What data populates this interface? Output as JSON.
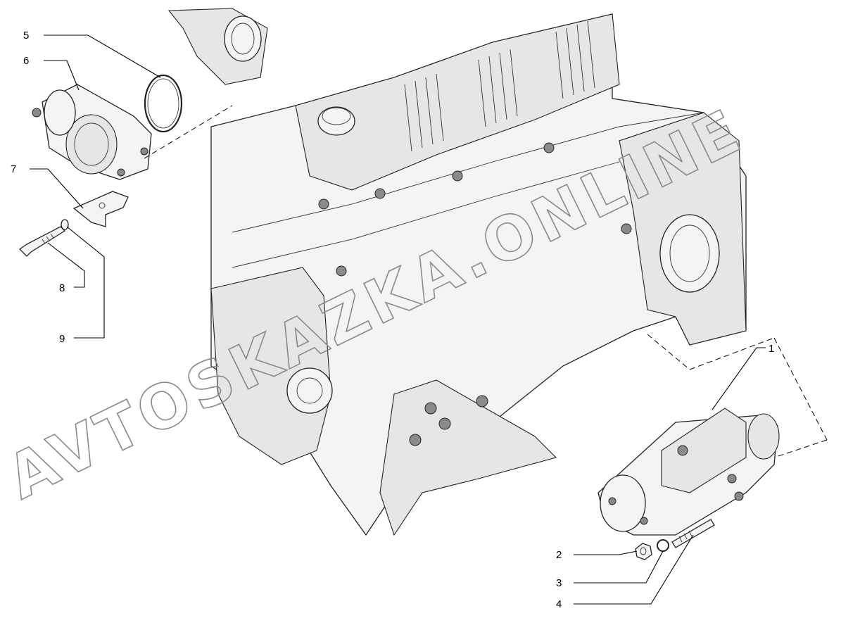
{
  "callouts": [
    {
      "id": "c1",
      "label": "1"
    },
    {
      "id": "c2",
      "label": "2"
    },
    {
      "id": "c3",
      "label": "3"
    },
    {
      "id": "c4",
      "label": "4"
    },
    {
      "id": "c5",
      "label": "5"
    },
    {
      "id": "c6",
      "label": "6"
    },
    {
      "id": "c7",
      "label": "7"
    },
    {
      "id": "c8",
      "label": "8"
    },
    {
      "id": "c9",
      "label": "9"
    }
  ],
  "watermark": "AVTOSKAZKA.ONLINE"
}
